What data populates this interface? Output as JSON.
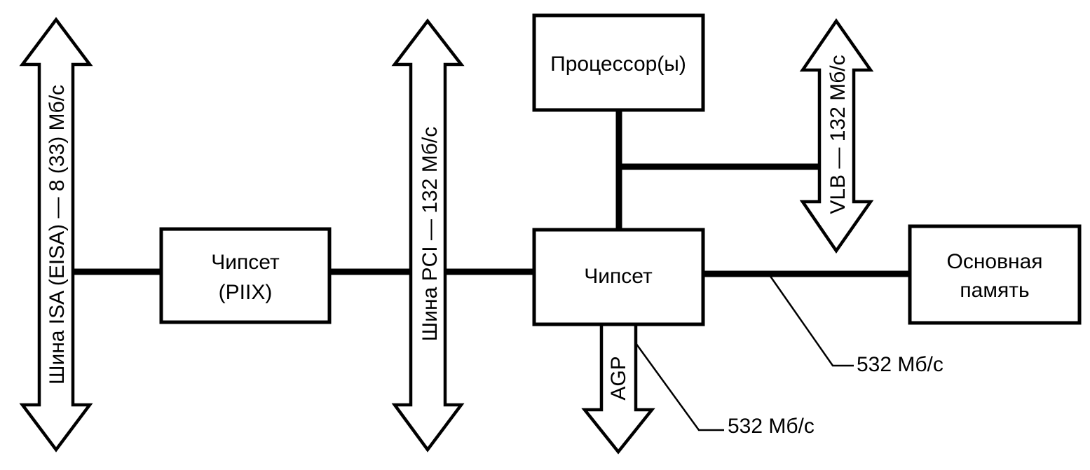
{
  "diagram": {
    "isa_bus_label": "Шина ISA (EISA) — 8 (33) Мб/с",
    "pci_bus_label": "Шина PCI — 132 Мб/с",
    "vlb_bus_label": "VLB — 132 Мб/с",
    "piix": {
      "line1": "Чипсет",
      "line2": "(PIIX)"
    },
    "chipset": {
      "label": "Чипсет"
    },
    "cpu": {
      "label": "Процессор(ы)"
    },
    "memory": {
      "line1": "Основная",
      "line2": "память"
    },
    "agp_label": "AGP",
    "agp_speed": "532 Мб/с",
    "memory_speed": "532 Мб/с"
  }
}
